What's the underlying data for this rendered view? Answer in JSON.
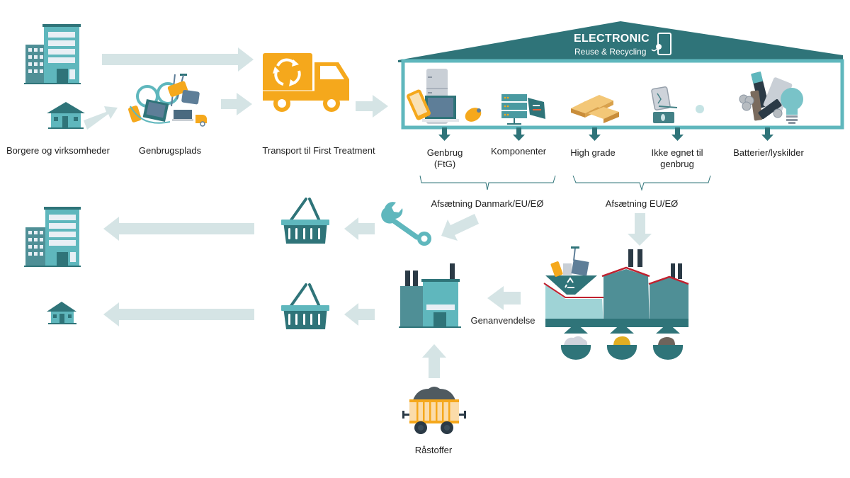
{
  "colors": {
    "teal_dark": "#2f7479",
    "teal_mid": "#4a9aa1",
    "teal_light": "#5fb7bd",
    "arrow": "#d5e4e5",
    "orange": "#f5a81c",
    "red": "#c0212f",
    "chimney": "#2b3a46"
  },
  "header": {
    "title": "ELECTRONIC",
    "subtitle": "Reuse & Recycling",
    "icon": "tablet-plug-icon"
  },
  "sources": {
    "citizens_label": "Borgere og virksomheder",
    "recycling_site_label": "Genbrugsplads",
    "transport_label": "Transport til First Treatment"
  },
  "fractions": [
    {
      "id": "genbrug",
      "label_line1": "Genbrug",
      "label_line2": "(FtG)",
      "icon": "appliances-icon"
    },
    {
      "id": "komponenter",
      "label_line1": "Komponenter",
      "label_line2": "",
      "icon": "server-components-icon"
    },
    {
      "id": "high-grade",
      "label_line1": "High grade",
      "label_line2": "",
      "icon": "gold-bars-icon"
    },
    {
      "id": "ikke-egnet",
      "label_line1": "Ikke egnet til",
      "label_line2": "genbrug",
      "icon": "broken-device-icon"
    },
    {
      "id": "batterier",
      "label_line1": "Batterier/lyskilder",
      "label_line2": "",
      "icon": "batteries-bulb-icon"
    }
  ],
  "groups": {
    "left": "Afsætning Danmark/EU/EØ",
    "right": "Afsætning EU/EØ"
  },
  "lower": {
    "recovery_label": "Genanvendelse",
    "raw_materials_label": "Råstoffer"
  }
}
